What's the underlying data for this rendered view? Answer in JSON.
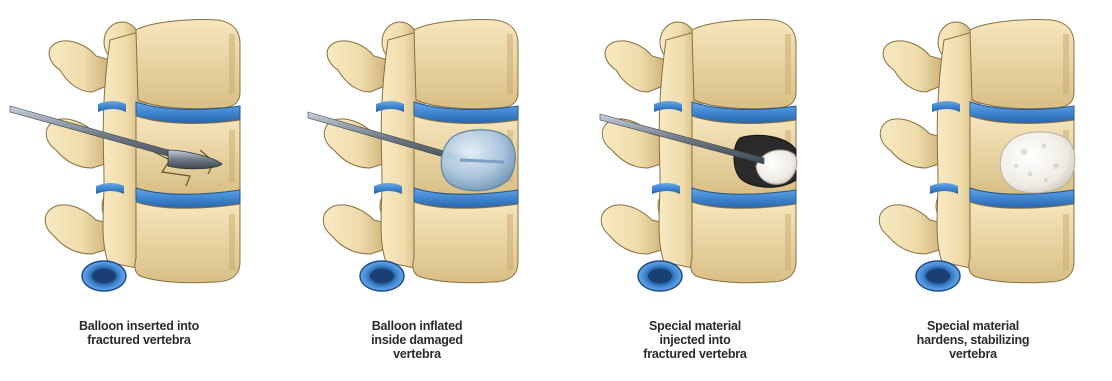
{
  "colors": {
    "bone_fill": "#efdcab",
    "bone_shade": "#c9ad72",
    "bone_outline": "#8a7040",
    "disc_blue": "#3f86d0",
    "balloon_blue": "#a9c6e0",
    "cement_white": "#f1efe8",
    "needle_grey": "#6f7a86"
  },
  "panels": [
    {
      "caption": [
        "Balloon inserted into",
        "fractured vertebra"
      ]
    },
    {
      "caption": [
        "Balloon inflated",
        "inside damaged",
        "vertebra"
      ]
    },
    {
      "caption": [
        "Special material",
        "injected into",
        "fractured vertebra"
      ]
    },
    {
      "caption": [
        "Special material",
        "hardens, stabilizing",
        "vertebra"
      ]
    }
  ]
}
